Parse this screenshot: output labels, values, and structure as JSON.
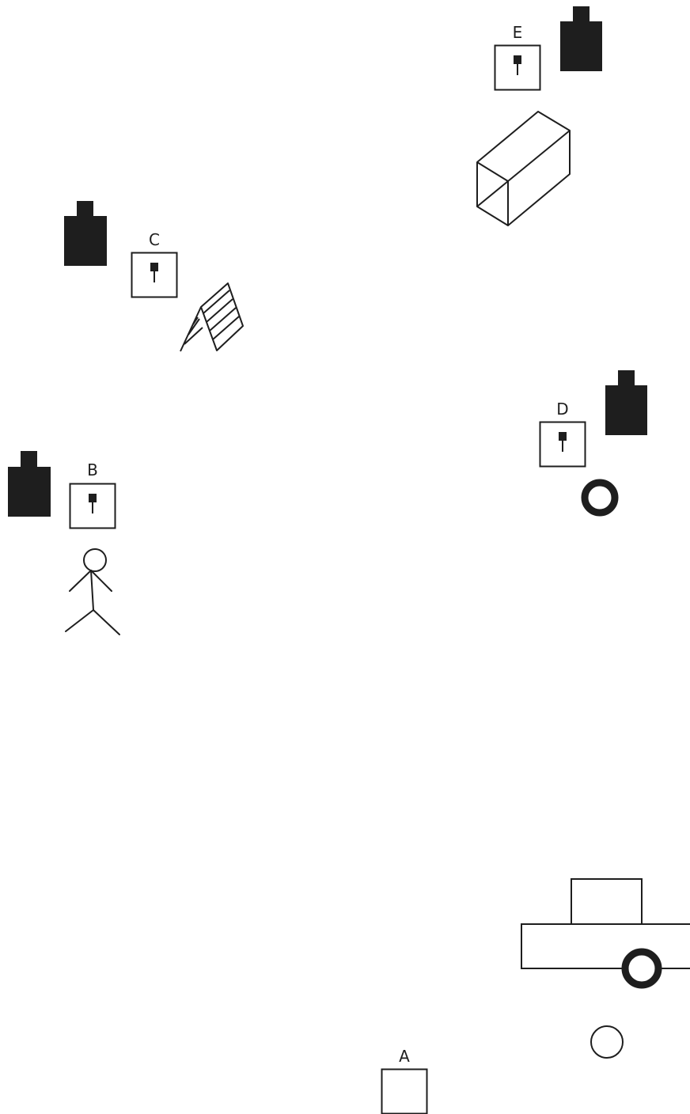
{
  "colors": {
    "ink": "#1e1e1e",
    "background": "#ffffff"
  },
  "stations": [
    {
      "id": "A",
      "label": "A",
      "has_post": false
    },
    {
      "id": "B",
      "label": "B",
      "has_post": true
    },
    {
      "id": "C",
      "label": "C",
      "has_post": true
    },
    {
      "id": "D",
      "label": "D",
      "has_post": true
    },
    {
      "id": "E",
      "label": "E",
      "has_post": true
    }
  ],
  "targets": [
    {
      "near_station": "E",
      "icon": "silhouette-target-icon"
    },
    {
      "near_station": "C",
      "icon": "silhouette-target-icon"
    },
    {
      "near_station": "B",
      "icon": "silhouette-target-icon"
    },
    {
      "near_station": "D",
      "icon": "silhouette-target-icon"
    }
  ],
  "props": [
    {
      "near_station": "E",
      "icon": "box-prop-icon"
    },
    {
      "near_station": "C",
      "icon": "a-frame-barricade-icon"
    },
    {
      "near_station": "B",
      "icon": "stick-figure-icon"
    },
    {
      "near_station": "D",
      "icon": "tire-icon"
    },
    {
      "near_station": "A",
      "icon": "vehicle-icon"
    },
    {
      "near_station": "A",
      "icon": "open-circle-icon"
    }
  ]
}
